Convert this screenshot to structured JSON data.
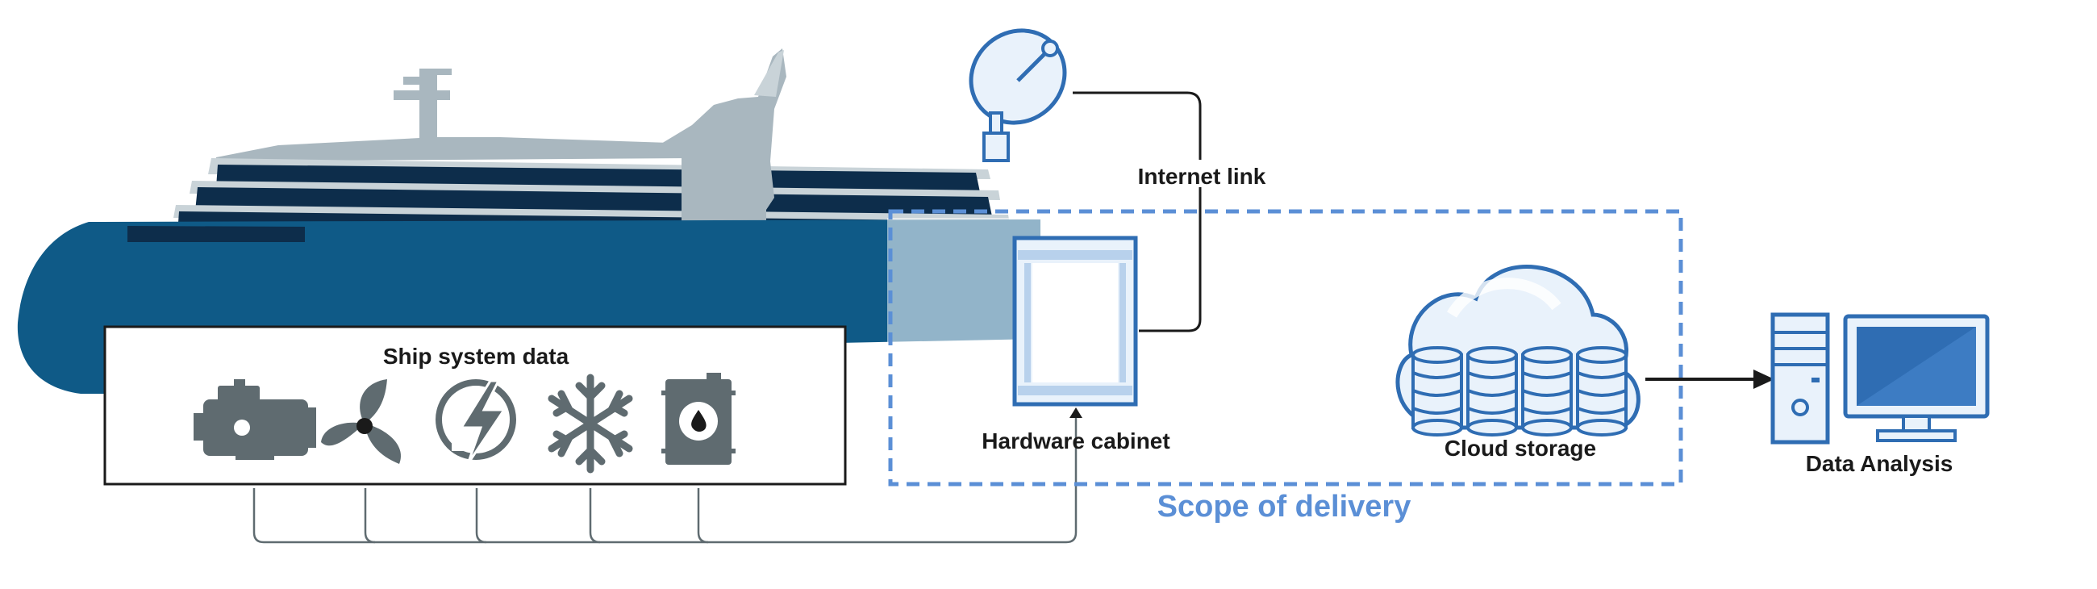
{
  "labels": {
    "ship_system_data": "Ship system data",
    "internet_link": "Internet link",
    "hardware_cabinet": "Hardware cabinet",
    "cloud_storage": "Cloud storage",
    "data_analysis": "Data Analysis",
    "scope_of_delivery": "Scope of delivery"
  },
  "colors": {
    "hull": "#0f5a87",
    "superstructure": "#0d2d4b",
    "funnel": "#a9b7bf",
    "icon_gray": "#5f6b70",
    "device_blue": "#2f6db3",
    "device_light": "#e9f2fb",
    "scope_dashed": "#5b8fd6",
    "scope_text": "#5b8fd6",
    "line": "#1a1a1a"
  },
  "icons": [
    "engine-icon",
    "propeller-icon",
    "power-icon",
    "snowflake-icon",
    "fuel-barrel-icon",
    "satellite-dish-icon",
    "server-cabinet-icon",
    "cloud-database-icon",
    "computer-icon"
  ]
}
